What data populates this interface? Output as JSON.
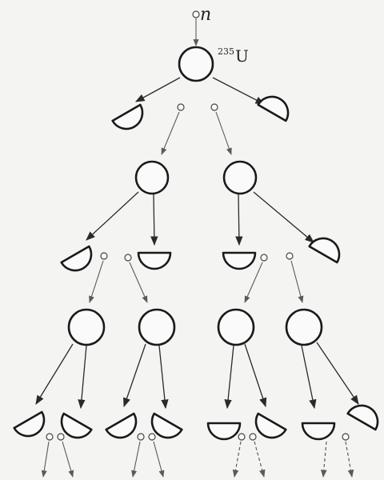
{
  "labels": {
    "neutron": "n",
    "isotope_mass": "235",
    "isotope_symbol": "U"
  },
  "colors": {
    "background": "#f4f4f2",
    "stroke": "#1a1a1a",
    "fill": "#fafafa"
  }
}
